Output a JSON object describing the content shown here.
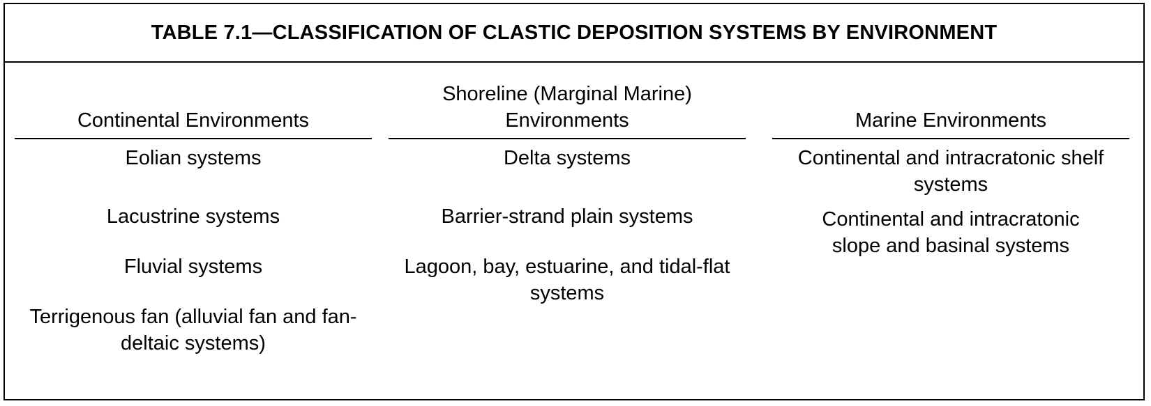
{
  "table": {
    "title": "TABLE 7.1—CLASSIFICATION OF CLASTIC DEPOSITION SYSTEMS BY ENVIRONMENT",
    "columns": [
      {
        "header": "Continental Environments",
        "entries": [
          "Eolian systems",
          "Lacustrine systems",
          "Fluvial systems",
          "Terrigenous fan (alluvial fan and fan-deltaic systems)"
        ]
      },
      {
        "header": "Shoreline (Marginal Marine) Environments",
        "entries": [
          "Delta systems",
          "Barrier-strand plain systems",
          "Lagoon, bay, estuarine, and tidal-flat systems"
        ]
      },
      {
        "header": "Marine Environments",
        "entries": [
          "Continental and intracratonic shelf systems",
          "Continental and intracratonic slope and basinal systems"
        ]
      }
    ]
  }
}
